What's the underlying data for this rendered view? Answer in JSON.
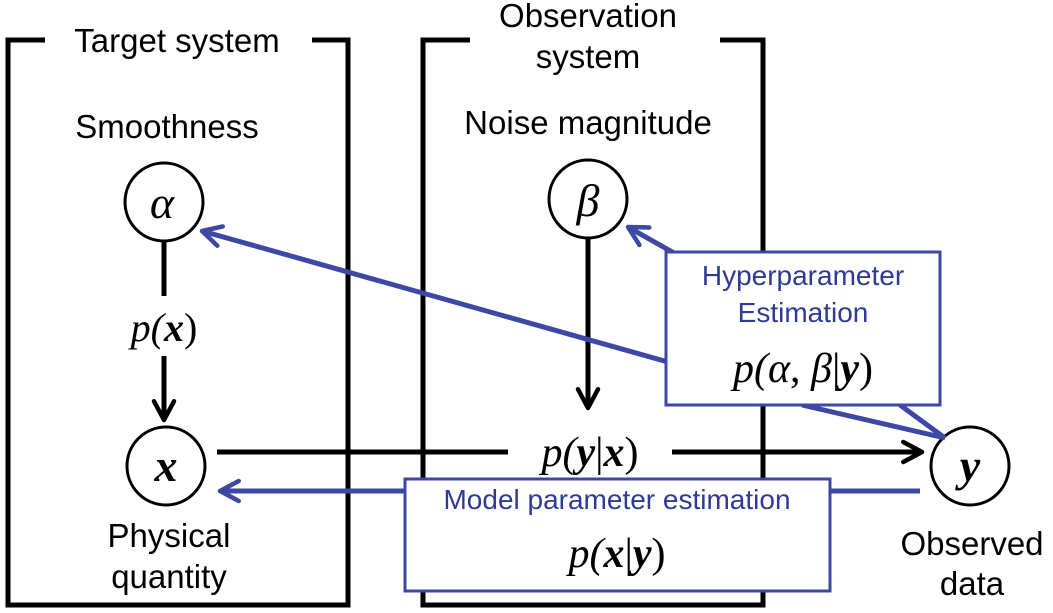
{
  "target_system": {
    "title": "Target system",
    "node_label": "Smoothness",
    "node_symbol": "α",
    "prior": {
      "p": "p(",
      "var": "x",
      "close": ")"
    },
    "state_symbol": "x",
    "state_label_line1": "Physical",
    "state_label_line2": "quantity"
  },
  "observation_system": {
    "title_line1": "Observation",
    "title_line2": "system",
    "node_label": "Noise magnitude",
    "node_symbol": "β",
    "likelihood": {
      "p": "p(",
      "var1": "y",
      "bar": "|",
      "var2": "x",
      "close": ")"
    }
  },
  "observed": {
    "symbol": "y",
    "label_line1": "Observed",
    "label_line2": "data"
  },
  "hyperparameter_box": {
    "title_line1": "Hyperparameter",
    "title_line2": "Estimation",
    "formula": {
      "p": "p(",
      "a": "α",
      "comma": ", ",
      "b": "β",
      "bar": "|",
      "var": "y",
      "close": ")"
    }
  },
  "model_parameter_box": {
    "title": "Model parameter estimation",
    "formula": {
      "p": "p(",
      "var1": "x",
      "bar": "|",
      "var2": "y",
      "close": ")"
    }
  },
  "colors": {
    "black": "#000000",
    "estimation_blue": "#3d48a5",
    "label_blue": "#2e3a93",
    "background": "#ffffff"
  }
}
